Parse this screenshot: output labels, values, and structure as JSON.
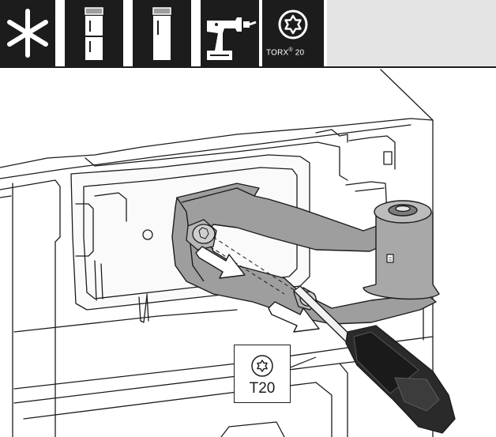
{
  "header": {
    "icons": [
      {
        "name": "freezer-snowflake-icon"
      },
      {
        "name": "fridge-freezer-combo-icon"
      },
      {
        "name": "single-door-fridge-icon"
      },
      {
        "name": "cordless-drill-icon"
      },
      {
        "name": "torx-bit-icon"
      }
    ],
    "torx_label": "TORX",
    "torx_reg": "®",
    "torx_size": "20",
    "colors": {
      "dark": "#1c1c1c",
      "panel_fill": "#e4e4e4",
      "part_fill": "#9e9e9e"
    }
  },
  "callout": {
    "icon": "torx-star-icon",
    "label": "T20"
  }
}
